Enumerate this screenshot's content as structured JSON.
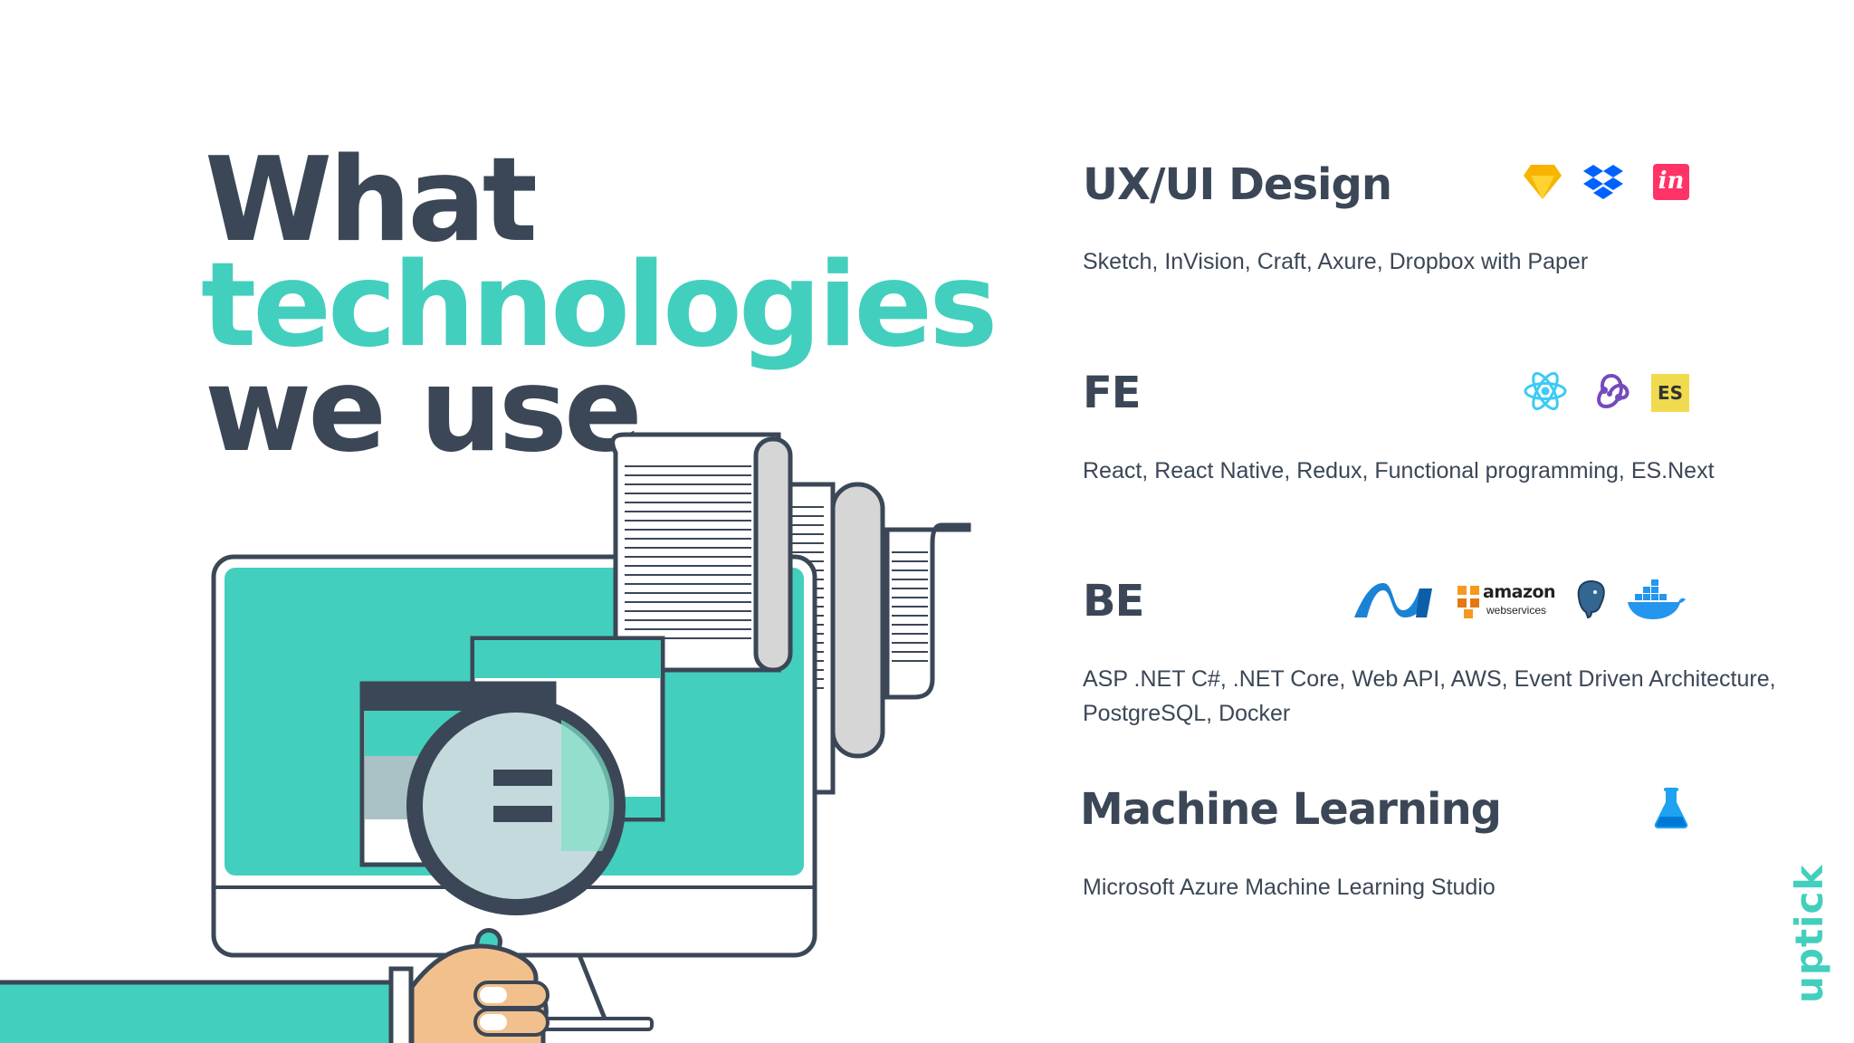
{
  "heading": {
    "line1": "What",
    "line2": "technologies",
    "line3": "we use"
  },
  "categories": [
    {
      "title": "UX/UI Design",
      "description": "Sketch, InVision, Craft, Axure, Dropbox with Paper",
      "icons": [
        "sketch-icon",
        "dropbox-icon",
        "invision-icon"
      ]
    },
    {
      "title": "FE",
      "description": "React, React Native, Redux, Functional programming, ES.Next",
      "icons": [
        "react-icon",
        "redux-icon",
        "es-icon"
      ]
    },
    {
      "title": "BE",
      "description": "ASP .NET C#, .NET Core, Web API, AWS, Event Driven Architecture, PostgreSQL, Docker",
      "icons": [
        "dotnet-icon",
        "aws-icon",
        "postgresql-icon",
        "docker-icon"
      ]
    },
    {
      "title": "Machine Learning",
      "description": "Microsoft Azure Machine Learning Studio",
      "icons": [
        "azure-ml-icon"
      ]
    }
  ],
  "logos": {
    "invision": "in",
    "es": "ES",
    "aws_main": "amazon",
    "aws_sub": "webservices"
  },
  "brand": "uptick",
  "colors": {
    "dark": "#3b4756",
    "teal": "#43cfbd",
    "sketch": "#f7b500",
    "dropbox": "#0061ff",
    "invision": "#ff3366",
    "react": "#3ccbf4",
    "redux": "#764abc",
    "es": "#f0db4f",
    "dotnet": "#1a83d4",
    "aws": "#f7981f",
    "postgres": "#336791",
    "docker": "#2496ed",
    "azureml": "#1fa3f0"
  }
}
